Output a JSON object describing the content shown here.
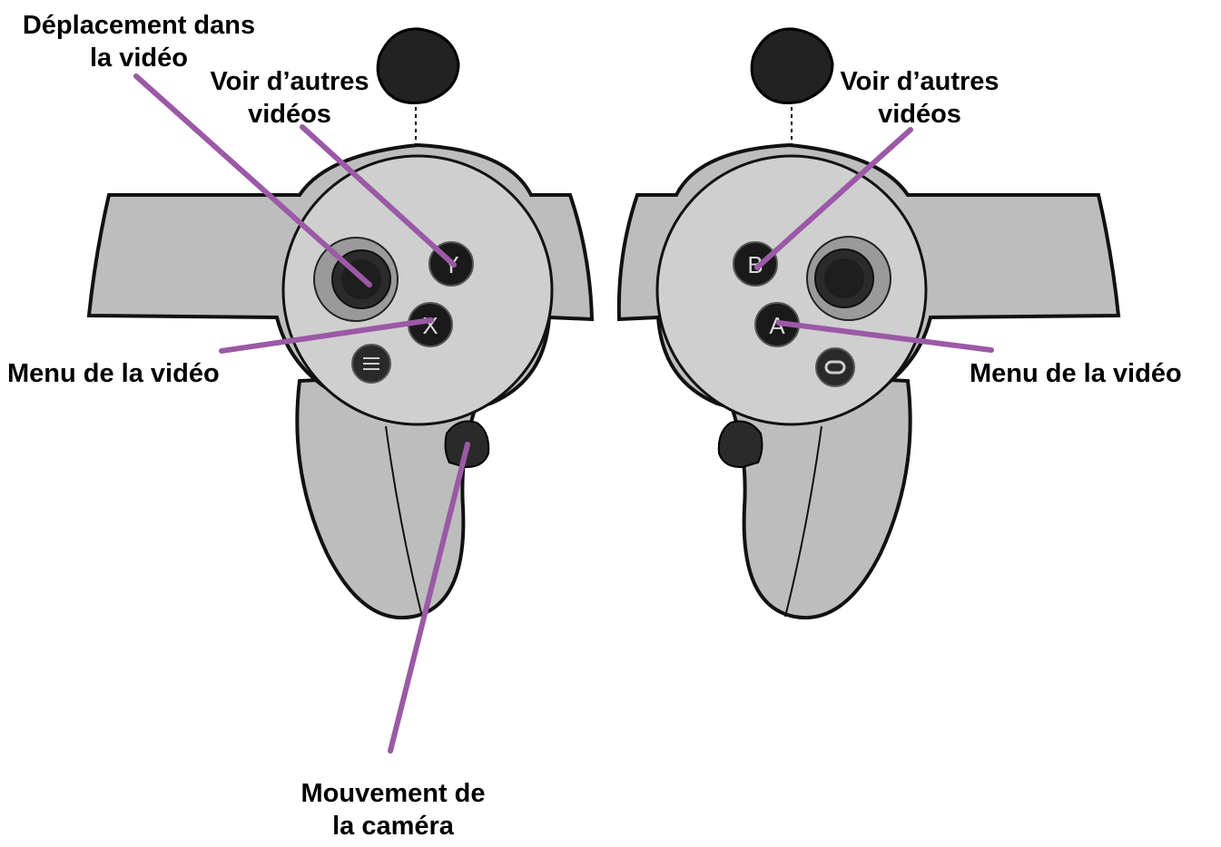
{
  "colors": {
    "background": "#ffffff",
    "controller_body": "#bdbdbd",
    "controller_face": "#cfcfcf",
    "controller_outline": "#111111",
    "button_dark": "#1a1a1a",
    "callout_line": "#9b59a6"
  },
  "labels": {
    "left_thumbstick": [
      "Déplacement dans",
      "la vidéo"
    ],
    "left_y_button": [
      "Voir d’autres",
      "vidéos"
    ],
    "left_x_button": "Menu de la vidéo",
    "left_grip": [
      "Mouvement de",
      "la caméra"
    ],
    "right_b_button": [
      "Voir d’autres",
      "vidéos"
    ],
    "right_a_button": "Menu de la vidéo"
  },
  "button_glyphs": {
    "y": "Y",
    "x": "X",
    "b": "B",
    "a": "A"
  },
  "icons": {
    "left_menu_button": "hamburger-icon",
    "right_oculus_button": "oculus-icon"
  }
}
